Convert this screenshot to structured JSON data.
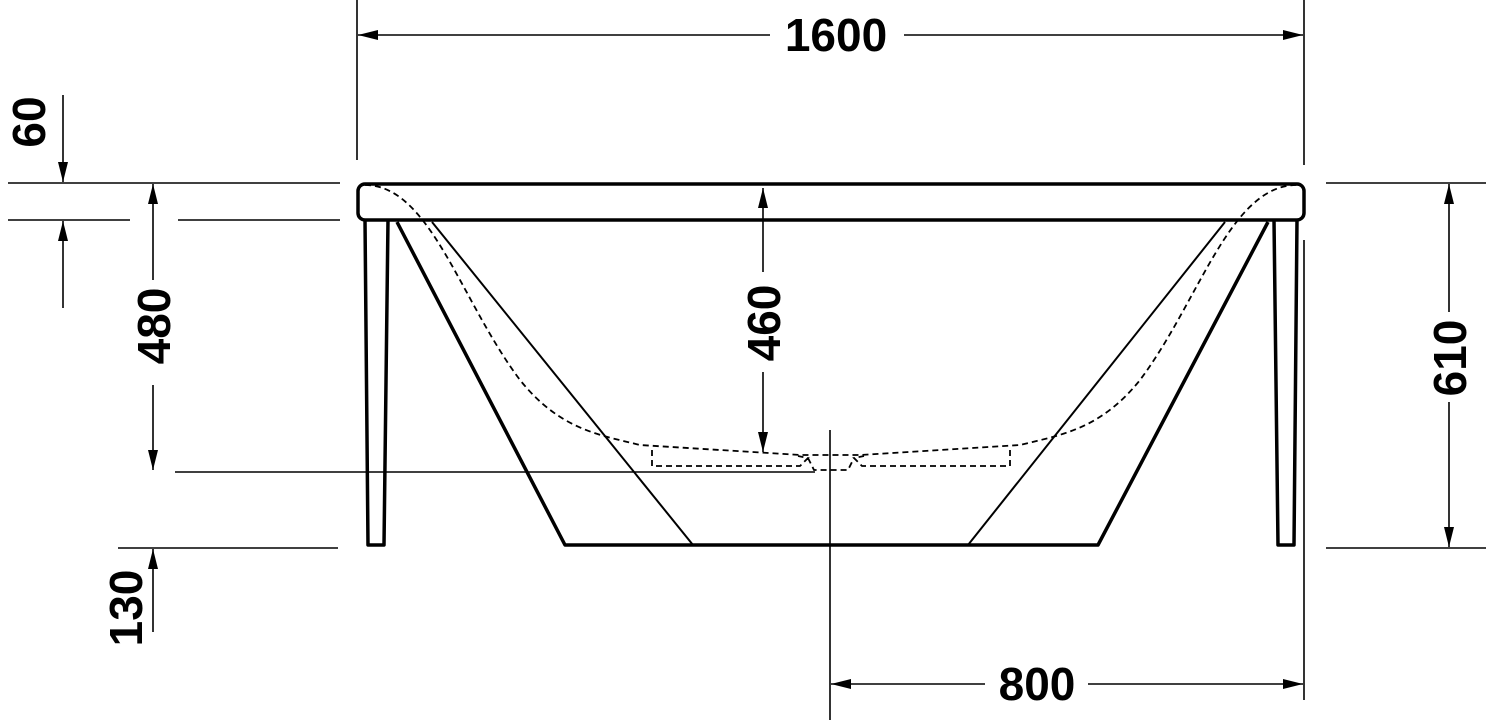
{
  "dimensions": {
    "overall_length": "1600",
    "rim_thickness": "60",
    "height_to_floor_of_tub": "480",
    "inner_depth": "460",
    "overall_height": "610",
    "leg_clearance": "130",
    "half_length": "800"
  }
}
